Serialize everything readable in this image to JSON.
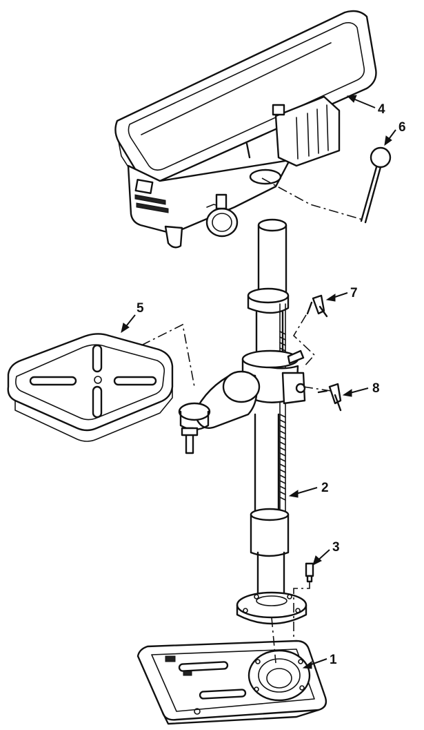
{
  "callouts": {
    "base": "1",
    "column": "2",
    "bolt": "3",
    "head": "4",
    "table": "5",
    "feed_handle": "6",
    "crank_handle_upper": "7",
    "crank_handle_lower": "8"
  }
}
